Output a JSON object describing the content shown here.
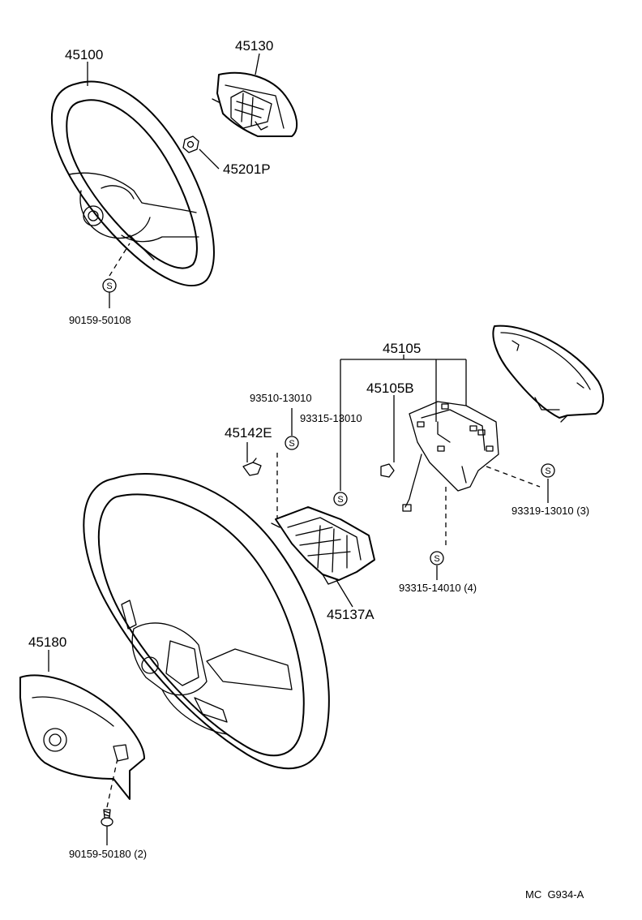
{
  "labels": {
    "p45100": "45100",
    "p45130": "45130",
    "p45201p": "45201P",
    "p90159_50108": "90159-50108",
    "p45105": "45105",
    "p45105b": "45105B",
    "p93510": "93510-13010",
    "p93315_13010": "93315-13010",
    "p45142e": "45142E",
    "p93319": "93319-13010 (3)",
    "p93315_14010": "93315-14010 (4)",
    "p45137a": "45137A",
    "p45180": "45180",
    "p90159_50180": "90159-50180 (2)",
    "footer": "MC  G934-A"
  },
  "symbol_letter": "S"
}
